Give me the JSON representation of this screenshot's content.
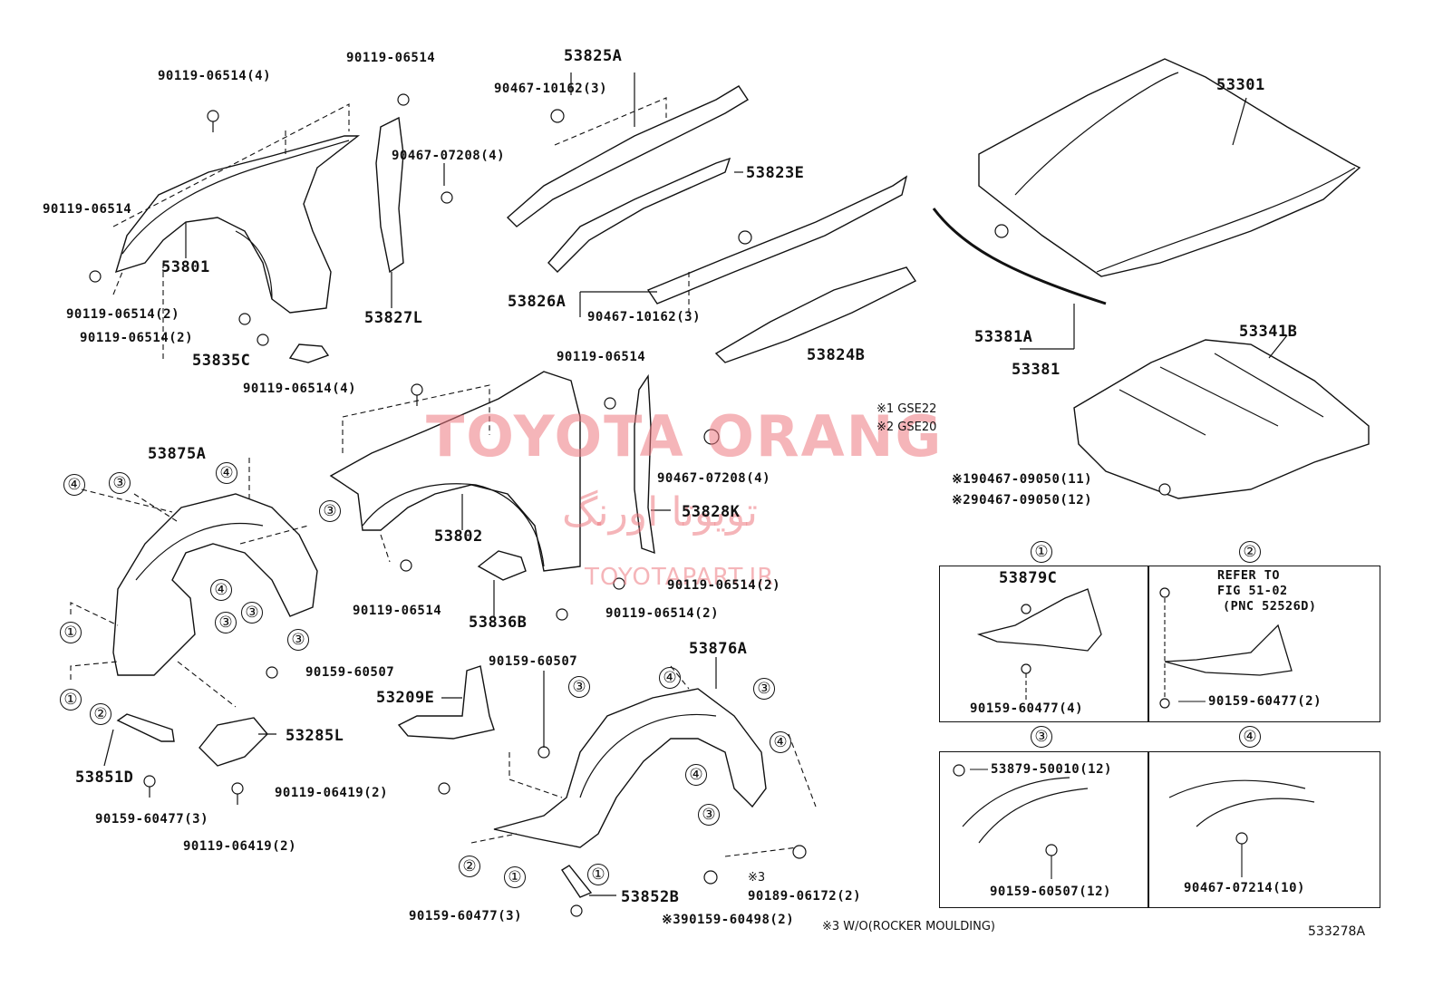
{
  "labels": {
    "l01": "90119-06514(4)",
    "l02": "90119-06514",
    "l03": "90119-06514",
    "l04": "53801",
    "l05": "90467-07208(4)",
    "l06": "53827L",
    "l07": "90119-06514(2)",
    "l08": "90119-06514(2)",
    "l09": "53835C",
    "l10": "53825A",
    "l11": "90467-10162(3)",
    "l12": "53823E",
    "l13": "53826A",
    "l14": "90467-10162(3)",
    "l15": "53824B",
    "l16": "53301",
    "l17": "53381A",
    "l18": "53381",
    "l19": "53341B",
    "l20": "90119-06514",
    "l21": "90119-06514(4)",
    "l22": "53875A",
    "l23": "53802",
    "l24": "53828K",
    "l25": "90467-07208(4)",
    "l26": "90119-06514",
    "l27": "53836B",
    "l28": "90119-06514(2)",
    "l29": "90119-06514(2)",
    "l30": "90159-60507",
    "l31": "53285L",
    "l32": "53851D",
    "l33": "90159-60477(3)",
    "l34": "90119-06419(2)",
    "l35": "90159-60507",
    "l36": "53209E",
    "l37": "53876A",
    "l38": "90119-06419(2)",
    "l39": "53852B",
    "l40": "90159-60477(3)",
    "l41": "90189-06172(2)",
    "l42": "※390159-60498(2)",
    "l43": "※190467-09050(11)",
    "l44": "※290467-09050(12)",
    "l45": "53879C",
    "l46": "90159-60477(4)",
    "l47": "REFER TO",
    "l48": "FIG 51-02",
    "l49": "(PNC 52526D)",
    "l50": "90159-60477(2)",
    "l51": "53879-50010(12)",
    "l52": "90159-60507(12)",
    "l53": "90467-07214(10)"
  },
  "notes": {
    "gse22": "※1 GSE22",
    "gse20": "※2 GSE20",
    "wo_rocker": "※3 W/O(ROCKER MOULDING)",
    "mark3": "※3",
    "figure_id": "533278A"
  },
  "circled": [
    "④",
    "③",
    "④",
    "③",
    "④",
    "③",
    "③",
    "③",
    "①",
    "①",
    "②",
    "③",
    "④",
    "③",
    "③",
    "④",
    "④",
    "③",
    "②",
    "①",
    "①",
    "①",
    "②",
    "③",
    "④"
  ],
  "watermark": {
    "main": "TOYOTA ORANG",
    "persian": "تویوتا اورنگ",
    "url": "TOYOTAPART.IR"
  },
  "colors": {
    "line": "#111111",
    "watermark": "#ec7880"
  }
}
